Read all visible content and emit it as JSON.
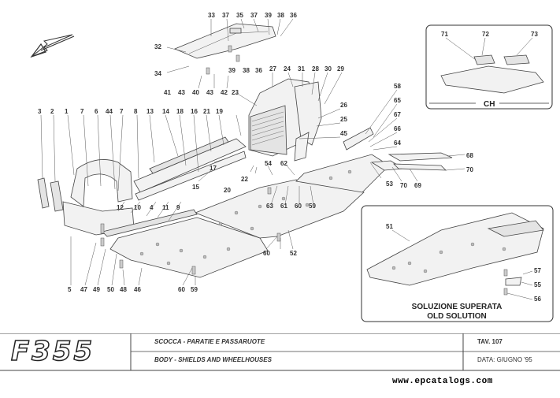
{
  "inset_ch": {
    "label": "CH",
    "callouts": [
      "71",
      "72",
      "73"
    ]
  },
  "inset_old": {
    "label_line1": "SOLUZIONE SUPERATA",
    "label_line2": "OLD SOLUTION",
    "callouts": [
      "51",
      "57",
      "55",
      "56"
    ]
  },
  "callouts": {
    "c33": "33",
    "c37a": "37",
    "c35": "35",
    "c37b": "37",
    "c39a": "39",
    "c38": "38",
    "c36a": "36",
    "c32": "32",
    "c34": "34",
    "c39b": "39",
    "c38b": "38",
    "c36b": "36",
    "c41": "41",
    "c43a": "43",
    "c40": "40",
    "c43b": "43",
    "c42": "42",
    "c27": "27",
    "c24": "24",
    "c31": "31",
    "c28": "28",
    "c30": "30",
    "c29": "29",
    "c23": "23",
    "c26": "26",
    "c25": "25",
    "c45": "45",
    "c58": "58",
    "c65": "65",
    "c67": "67",
    "c66": "66",
    "c64": "64",
    "c3": "3",
    "c2": "2",
    "c1": "1",
    "c7a": "7",
    "c6": "6",
    "c44": "44",
    "c7b": "7",
    "c8": "8",
    "c13": "13",
    "c14": "14",
    "c18": "18",
    "c16": "16",
    "c21": "21",
    "c19": "19",
    "c17": "17",
    "c15": "15",
    "c22": "22",
    "c20": "20",
    "c54": "54",
    "c62": "62",
    "c53": "53",
    "c70a": "70",
    "c69": "69",
    "c68": "68",
    "c70b": "70",
    "c12": "12",
    "c10": "10",
    "c4": "4",
    "c11": "11",
    "c9": "9",
    "c63": "63",
    "c61": "61",
    "c60a": "60",
    "c59a": "59",
    "c60b": "60",
    "c52": "52",
    "c5": "5",
    "c47": "47",
    "c49": "49",
    "c50": "50",
    "c48": "48",
    "c46": "46",
    "c60c": "60",
    "c59b": "59"
  },
  "title_block": {
    "logo": "F355",
    "desc_it": "SCOCCA - PARATIE E PASSARUOTE",
    "desc_en": "BODY - SHIELDS AND WHEELHOUSES",
    "table": "TAV. 107",
    "date": "DATA: GIUGNO '95"
  },
  "watermark": "www.epcatalogs.com",
  "colors": {
    "line": "#444444",
    "fill": "#f2f2f2",
    "background": "#ffffff"
  }
}
